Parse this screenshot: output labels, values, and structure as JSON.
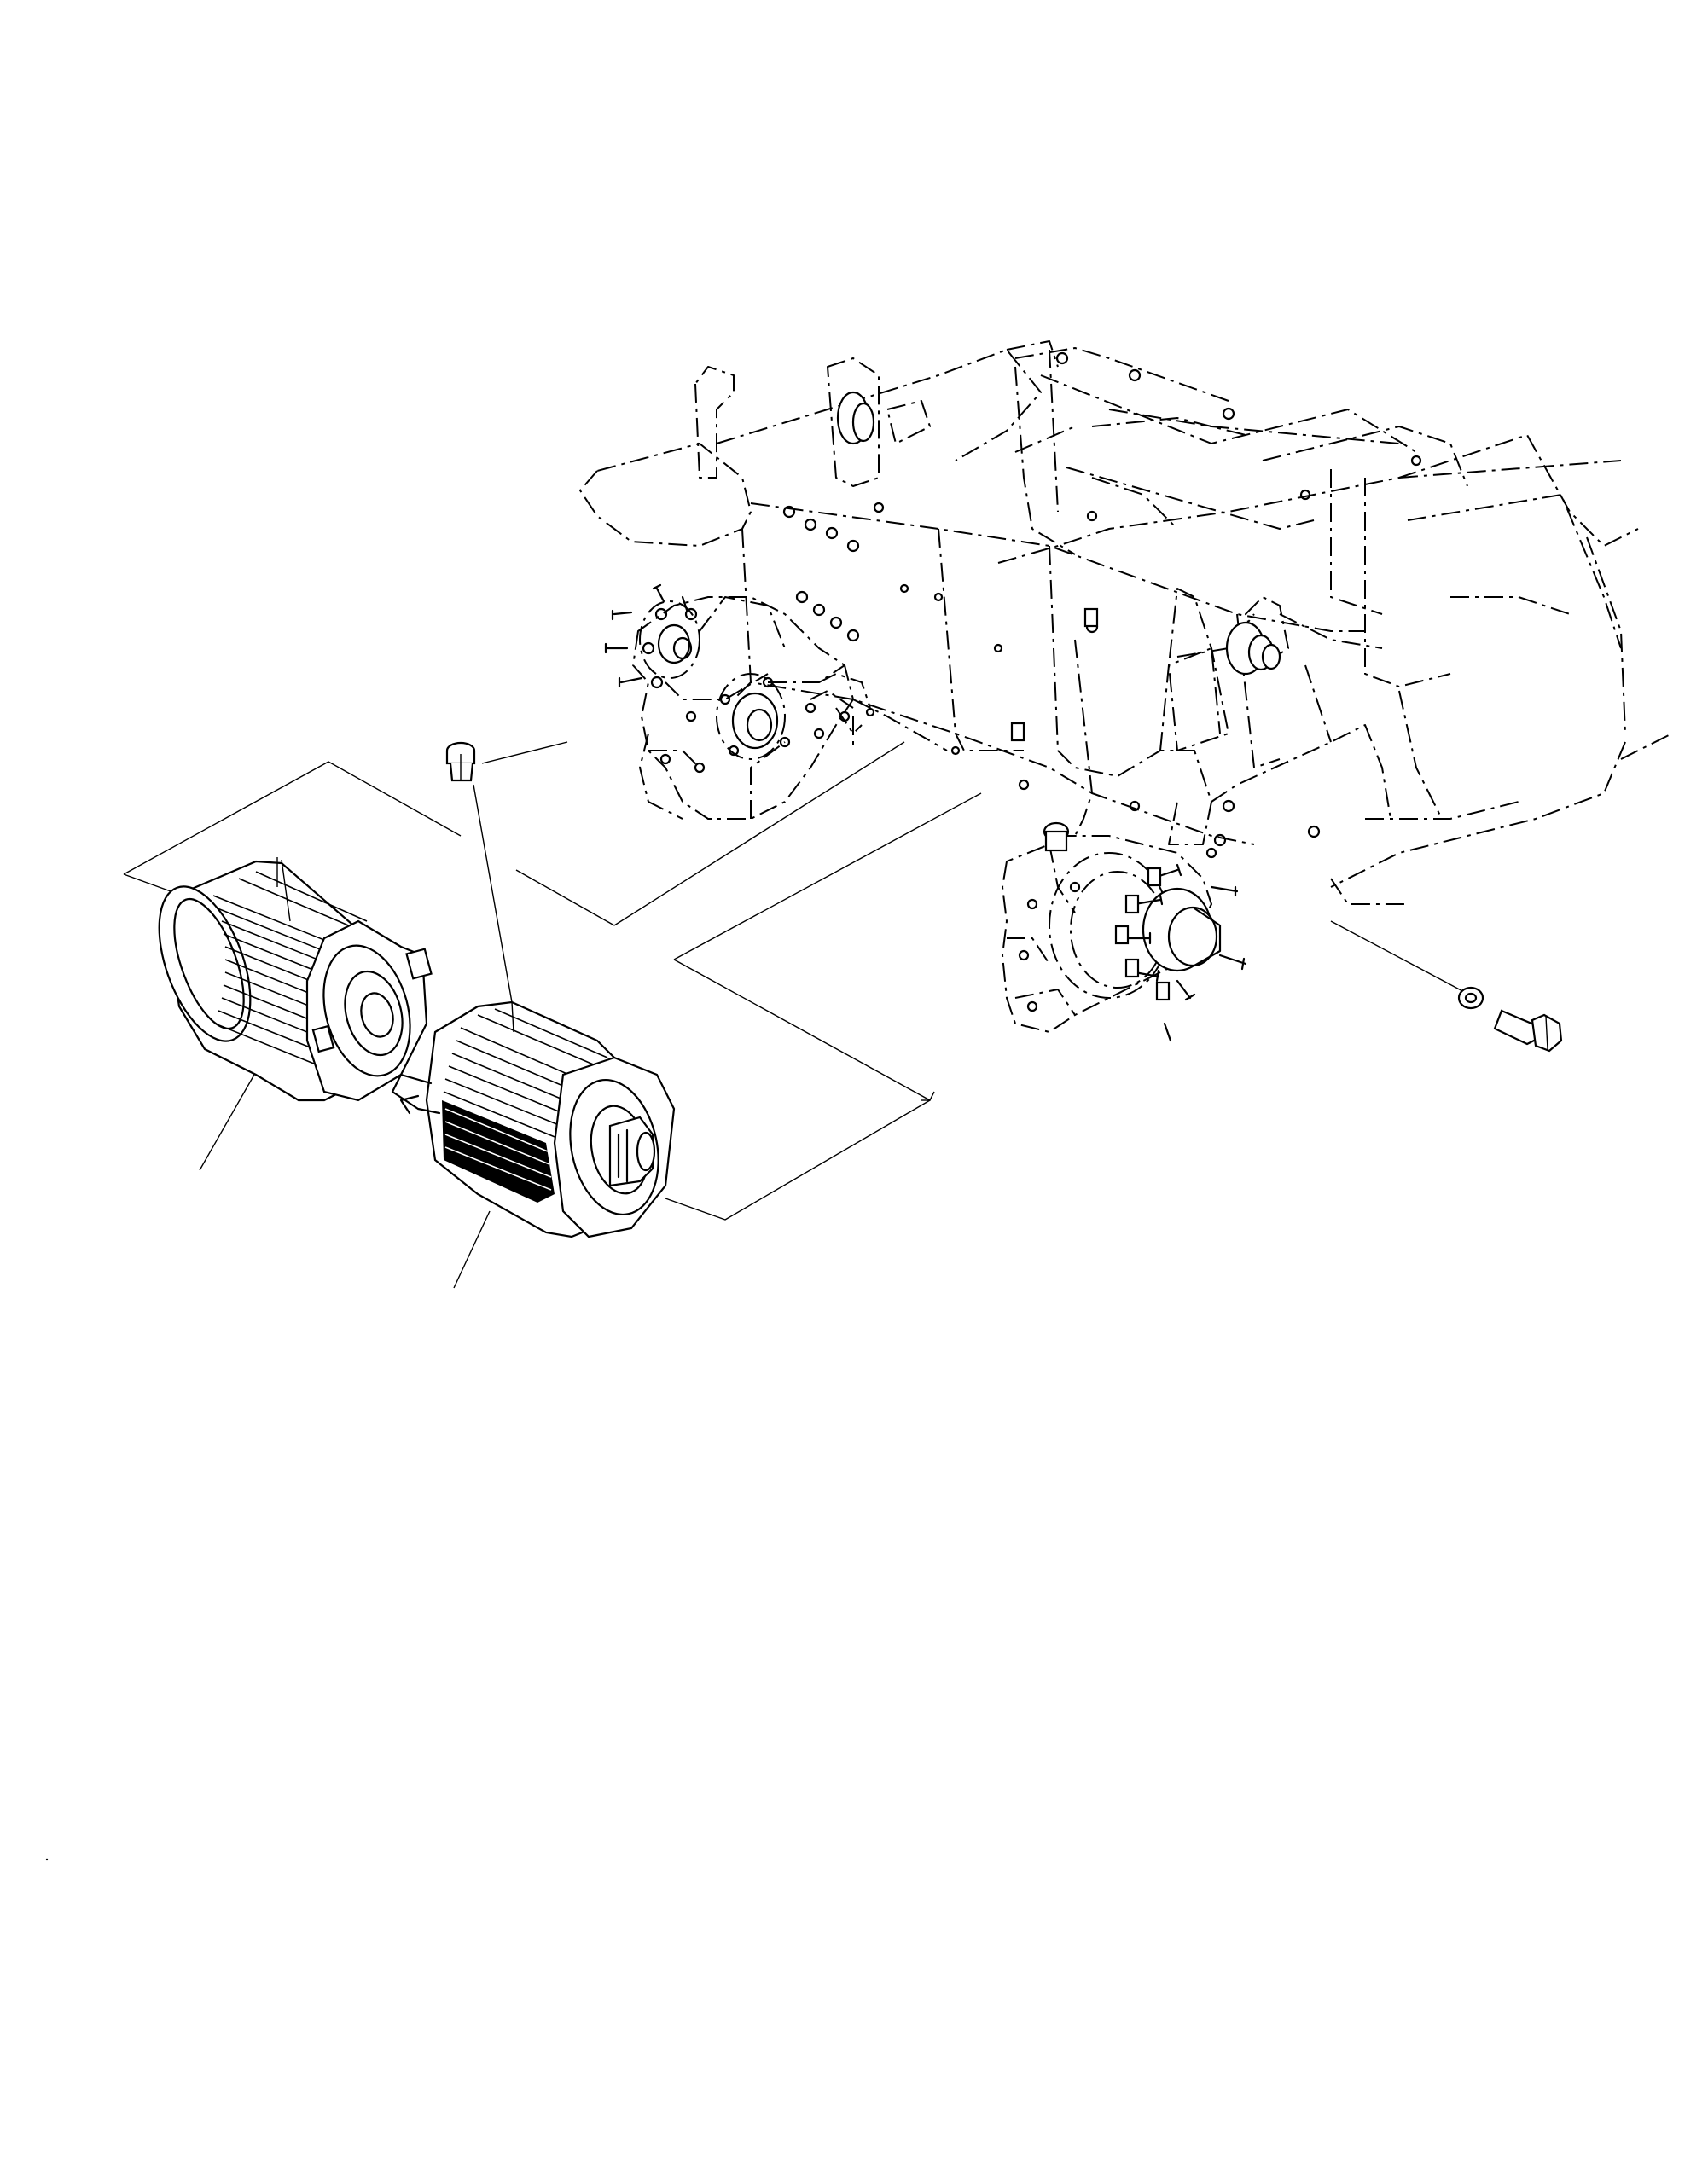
{
  "diagram": {
    "type": "exploded-parts-view",
    "parts": [
      {
        "id": "chassis-frame",
        "rendering": "phantom"
      },
      {
        "id": "front-axle-left",
        "rendering": "phantom"
      },
      {
        "id": "front-axle-right",
        "rendering": "phantom"
      },
      {
        "id": "drive-motor-left",
        "rendering": "solid"
      },
      {
        "id": "drive-motor-right",
        "rendering": "solid"
      },
      {
        "id": "plug-bolt",
        "rendering": "solid"
      },
      {
        "id": "washer",
        "rendering": "solid"
      },
      {
        "id": "hex-bolt",
        "rendering": "solid"
      }
    ],
    "colors": {
      "line": "#000000",
      "background": "#ffffff"
    }
  }
}
